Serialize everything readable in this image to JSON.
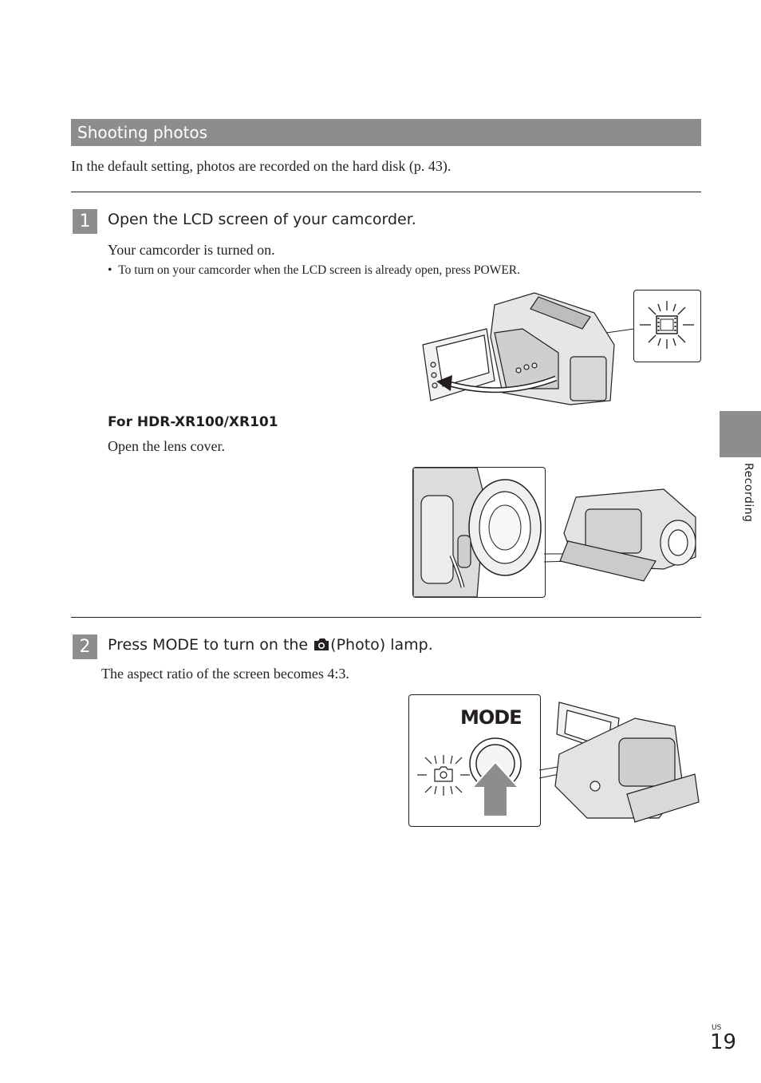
{
  "section": {
    "title": "Shooting photos"
  },
  "intro": "In the default setting, photos are recorded on the hard disk (p. 43).",
  "step1": {
    "number": "1",
    "title": "Open the LCD screen of your camcorder.",
    "body": "Your camcorder is turned on.",
    "bullet": "To turn on your camcorder when the LCD screen is already open, press POWER.",
    "model_heading": "For HDR-XR100/XR101",
    "model_body": "Open the lens cover."
  },
  "step2": {
    "number": "2",
    "title_before": "Press MODE to turn on the ",
    "title_after": "(Photo) lamp.",
    "body": "The aspect ratio of the screen becomes 4:3.",
    "mode_label": "MODE"
  },
  "sidebar": {
    "label": "Recording"
  },
  "footer": {
    "region": "US",
    "page": "19"
  },
  "icons": [
    "movie-lamp-icon",
    "photo-lamp-icon",
    "camera-icon",
    "up-arrow-icon"
  ]
}
